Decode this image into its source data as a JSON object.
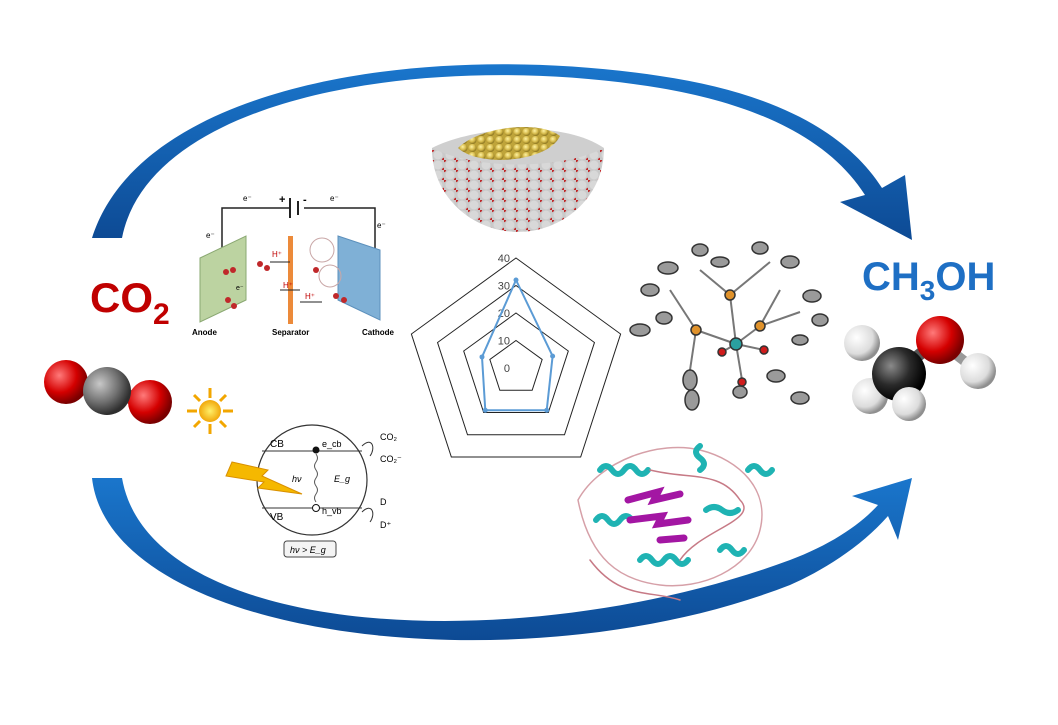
{
  "reactant": {
    "label": "CO",
    "subscript": "2"
  },
  "product": {
    "label_parts": [
      "CH",
      "3",
      "OH"
    ]
  },
  "electrochemical_cell": {
    "labels": {
      "anode": "Anode",
      "separator": "Separator",
      "cathode": "Cathode",
      "electron": "e⁻",
      "proton": "H⁺",
      "plus": "+",
      "minus": "-"
    }
  },
  "photocatalysis": {
    "labels": {
      "cb": "CB",
      "vb": "VB",
      "ecb": "e_cb",
      "hvb": "h_vb",
      "hv": "hν",
      "eg": "E_g",
      "co2": "CO₂",
      "co2_reduced": "CO₂⁻",
      "d": "D",
      "d_plus": "D⁺",
      "condition": "hν > E_g"
    }
  },
  "colors": {
    "arrow": "#1565b8",
    "co2_text": "#c00000",
    "ch3oh_text": "#1e6fc4",
    "radar_line": "#5b9bd5",
    "grid": "#222222"
  },
  "chart_data": {
    "type": "radar",
    "title": "",
    "axes": [
      "",
      "",
      "",
      "",
      ""
    ],
    "rlim": [
      0,
      40
    ],
    "ticks": [
      0,
      10,
      20,
      30,
      40
    ],
    "series": [
      {
        "values": [
          32,
          14,
          19,
          19,
          13
        ]
      }
    ],
    "grid": true,
    "legend": "none"
  }
}
